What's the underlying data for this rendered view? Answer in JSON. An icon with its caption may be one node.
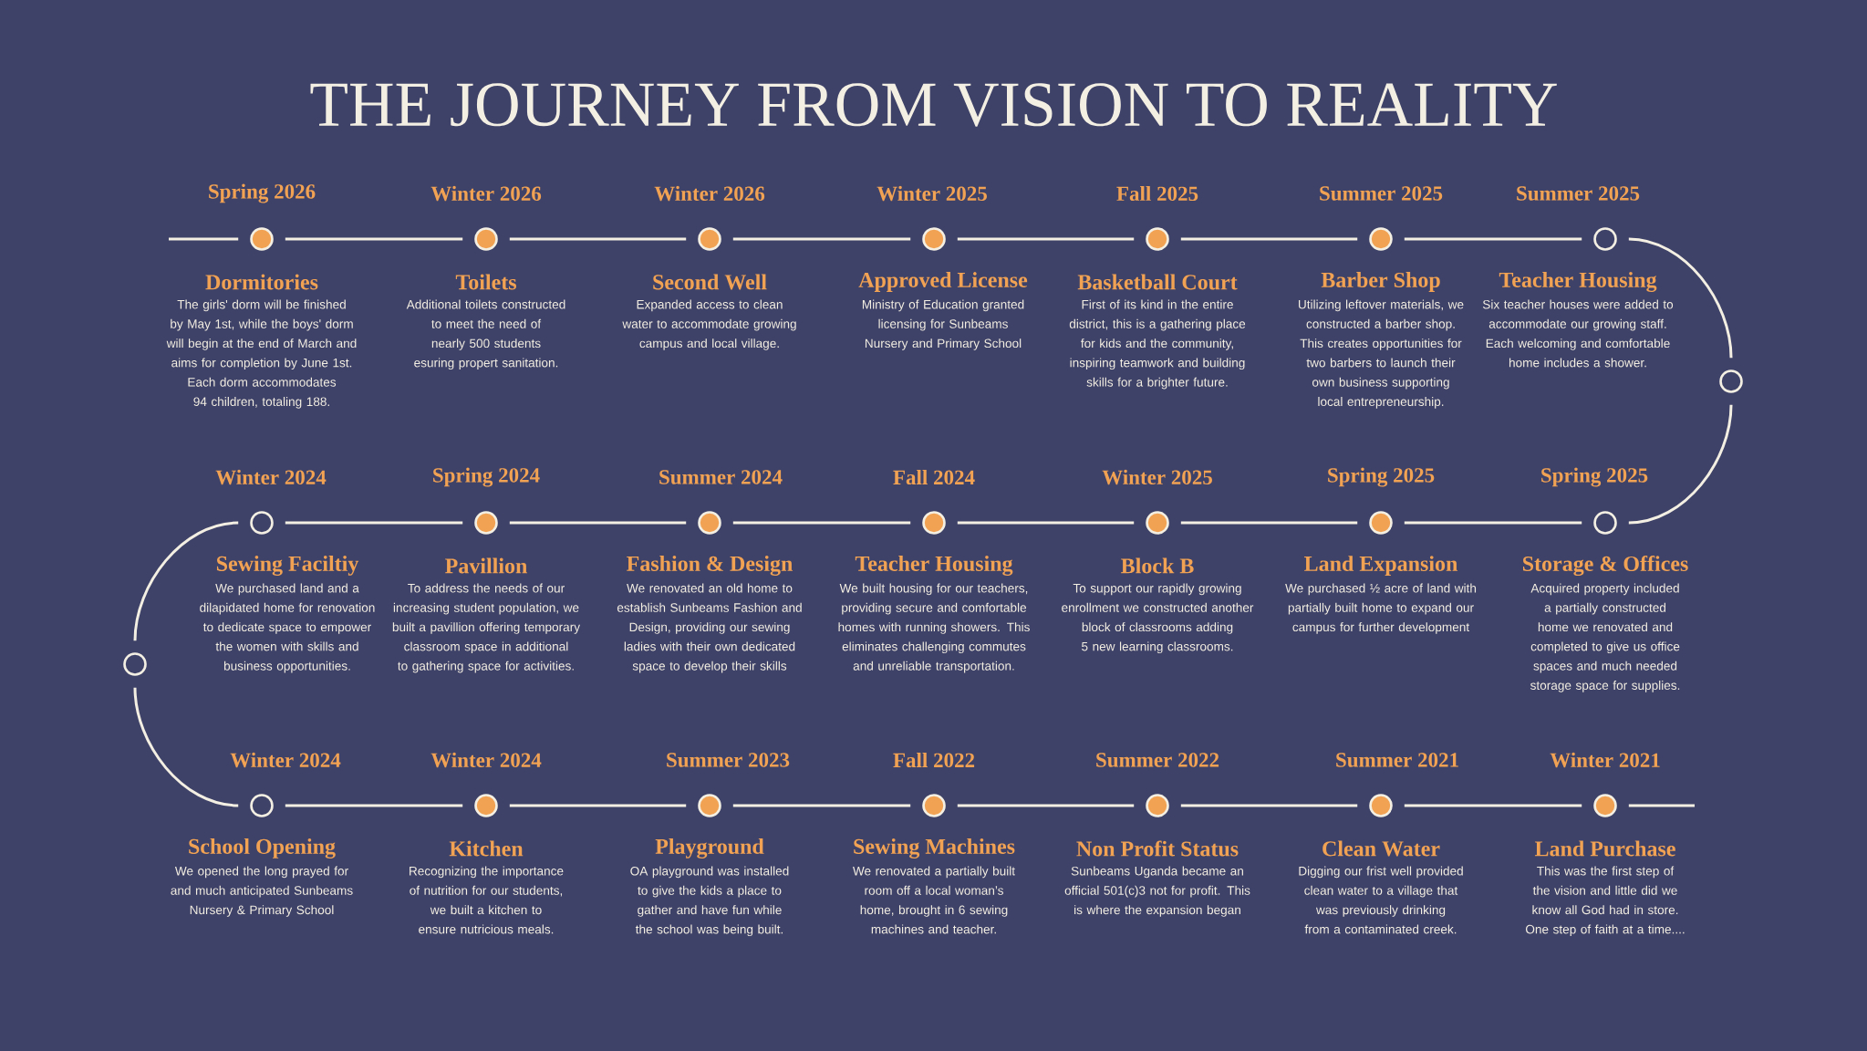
{
  "diagram": {
    "title": "THE JOURNEY FROM VISION TO REALITY",
    "nodes": [
      {
        "text": [
          "Spring 2026",
          "Dormitories",
          "The girls' dorm will be finished by May 1st, while the boys' dorm will begin at the end of March and aims for completion by June 1st. Each dorm accommodates 94 children, totaling 188."
        ]
      },
      {
        "text": [
          "Winter 2026",
          "Toilets",
          "Additional toilets constructed to meet the need of nearly 500 students esuring propert sanitation."
        ]
      },
      {
        "text": [
          "Winter 2026",
          "Second Well",
          "Expanded access to clean water to accommodate growing campus and local village."
        ]
      },
      {
        "text": [
          "Winter 2025",
          "Approved License",
          "Ministry of Education granted licensing for Sunbeams Nursery and Primary School"
        ]
      },
      {
        "text": [
          "Fall 2025",
          "Basketball Court",
          "First of its kind in the entire district, this is a gathering place for kids and the community, inspiring teamwork and building skills for a brighter future."
        ]
      },
      {
        "text": [
          "Summer 2025",
          "Barber Shop",
          "Utilizing leftover materials, we constructed a barber shop.  This creates opportunities for two barbers to launch their own business supporting local entrepreneurship."
        ]
      },
      {
        "text": [
          "Summer 2025",
          "Teacher Housing",
          "Six teacher houses were added to accommodate our growing staff.  Each welcoming and comfortable home includes a shower."
        ]
      },
      {
        "text": [],
        "shape": "circle"
      },
      {
        "text": [
          "Winter 2024",
          "Sewing Faciltiy",
          "We purchased land and a dilapidated home for renovation to dedicate space to empower the women with skills and business opportunities."
        ]
      },
      {
        "text": [
          "Spring 2024",
          "Pavillion",
          "To address the needs of our increasing student population, we built a pavillion offering temporary classroom space in additional to gathering space for activities."
        ]
      },
      {
        "text": [
          "Summer 2024",
          "Fashion & Design",
          "We renovated an old home to establish Sunbeams Fashion and Design, providing our sewing ladies with their own dedicated space to develop their skills"
        ]
      },
      {
        "text": [
          "Fall 2024",
          "Teacher Housing",
          "We built housing for our teachers, providing secure and comfortable homes with running showers. This eliminates challenging commutes and unreliable transportation."
        ]
      },
      {
        "text": [
          "Winter 2025",
          "Block B",
          "To support our rapidly growing enrollment we constructed another block of classrooms adding 5 new learning classrooms."
        ]
      },
      {
        "text": [
          "Spring 2025",
          "Land Expansion",
          "We purchased ½ acre of land with partially built home to expand our campus for further development"
        ]
      },
      {
        "text": [
          "Spring 2025",
          "Storage & Offices",
          "Acquired property included a partially constructed home we renovated and completed to give us office spaces and much needed storage space for supplies."
        ]
      },
      {
        "text": [],
        "shape": "circle"
      },
      {
        "text": [
          "Winter 2024",
          "School Opening",
          "We opened the long prayed for and much anticipated Sunbeams Nursery & Primary School"
        ]
      },
      {
        "text": [
          "Winter 2024",
          "Kitchen",
          "Recognizing the importance of nutrition for our students, we built a kitchen to ensure nutricious meals."
        ]
      },
      {
        "text": [
          "Summer 2023",
          "Playground",
          "OA playground was installed to give the kids a place to gather and have fun while the school  was being built."
        ]
      },
      {
        "text": [
          "Fall 2022",
          "Sewing Machines",
          "We renovated a partially built room off a local woman’s home, brought in 6 sewing machines and teacher."
        ]
      },
      {
        "text": [
          "Summer 2022",
          "Non Profit Status",
          "Sunbeams Uganda became an official 501(c)3 not for profit.  This is where the expansion began"
        ]
      },
      {
        "text": [
          "Summer 2021",
          "Clean Water",
          "Digging our frist well provided clean water to a village that was previously drinking from a contaminated creek."
        ]
      },
      {
        "text": [
          "Winter 2021",
          "Land Purchase",
          "This was the first step of the vision and little did we know all God had in store.  One step of faith at a time...."
        ]
      }
    ],
    "edges": [
      {
        "from": null,
        "to": 0,
        "arrow": "none"
      },
      {
        "from": 0,
        "to": 1,
        "arrow": "none"
      },
      {
        "from": 1,
        "to": 2,
        "arrow": "none"
      },
      {
        "from": 2,
        "to": 3,
        "arrow": "none"
      },
      {
        "from": 3,
        "to": 4,
        "arrow": "none"
      },
      {
        "from": 4,
        "to": 5,
        "arrow": "none"
      },
      {
        "from": 5,
        "to": 6,
        "arrow": "none"
      },
      {
        "from": 6,
        "to": 7,
        "arrow": "none"
      },
      {
        "from": 7,
        "to": 14,
        "arrow": "none"
      },
      {
        "from": 8,
        "to": 9,
        "arrow": "none"
      },
      {
        "from": 9,
        "to": 10,
        "arrow": "none"
      },
      {
        "from": 10,
        "to": 11,
        "arrow": "none"
      },
      {
        "from": 11,
        "to": 12,
        "arrow": "none"
      },
      {
        "from": 12,
        "to": 13,
        "arrow": "none"
      },
      {
        "from": 13,
        "to": 14,
        "arrow": "none"
      },
      {
        "from": 8,
        "to": 15,
        "arrow": "none"
      },
      {
        "from": 15,
        "to": 16,
        "arrow": "none"
      },
      {
        "from": 16,
        "to": 17,
        "arrow": "none"
      },
      {
        "from": 17,
        "to": 18,
        "arrow": "none"
      },
      {
        "from": 18,
        "to": 19,
        "arrow": "none"
      },
      {
        "from": 19,
        "to": 20,
        "arrow": "none"
      },
      {
        "from": 20,
        "to": 21,
        "arrow": "none"
      },
      {
        "from": 21,
        "to": 22,
        "arrow": "none"
      },
      {
        "from": 22,
        "to": null,
        "arrow": "none"
      }
    ]
  }
}
